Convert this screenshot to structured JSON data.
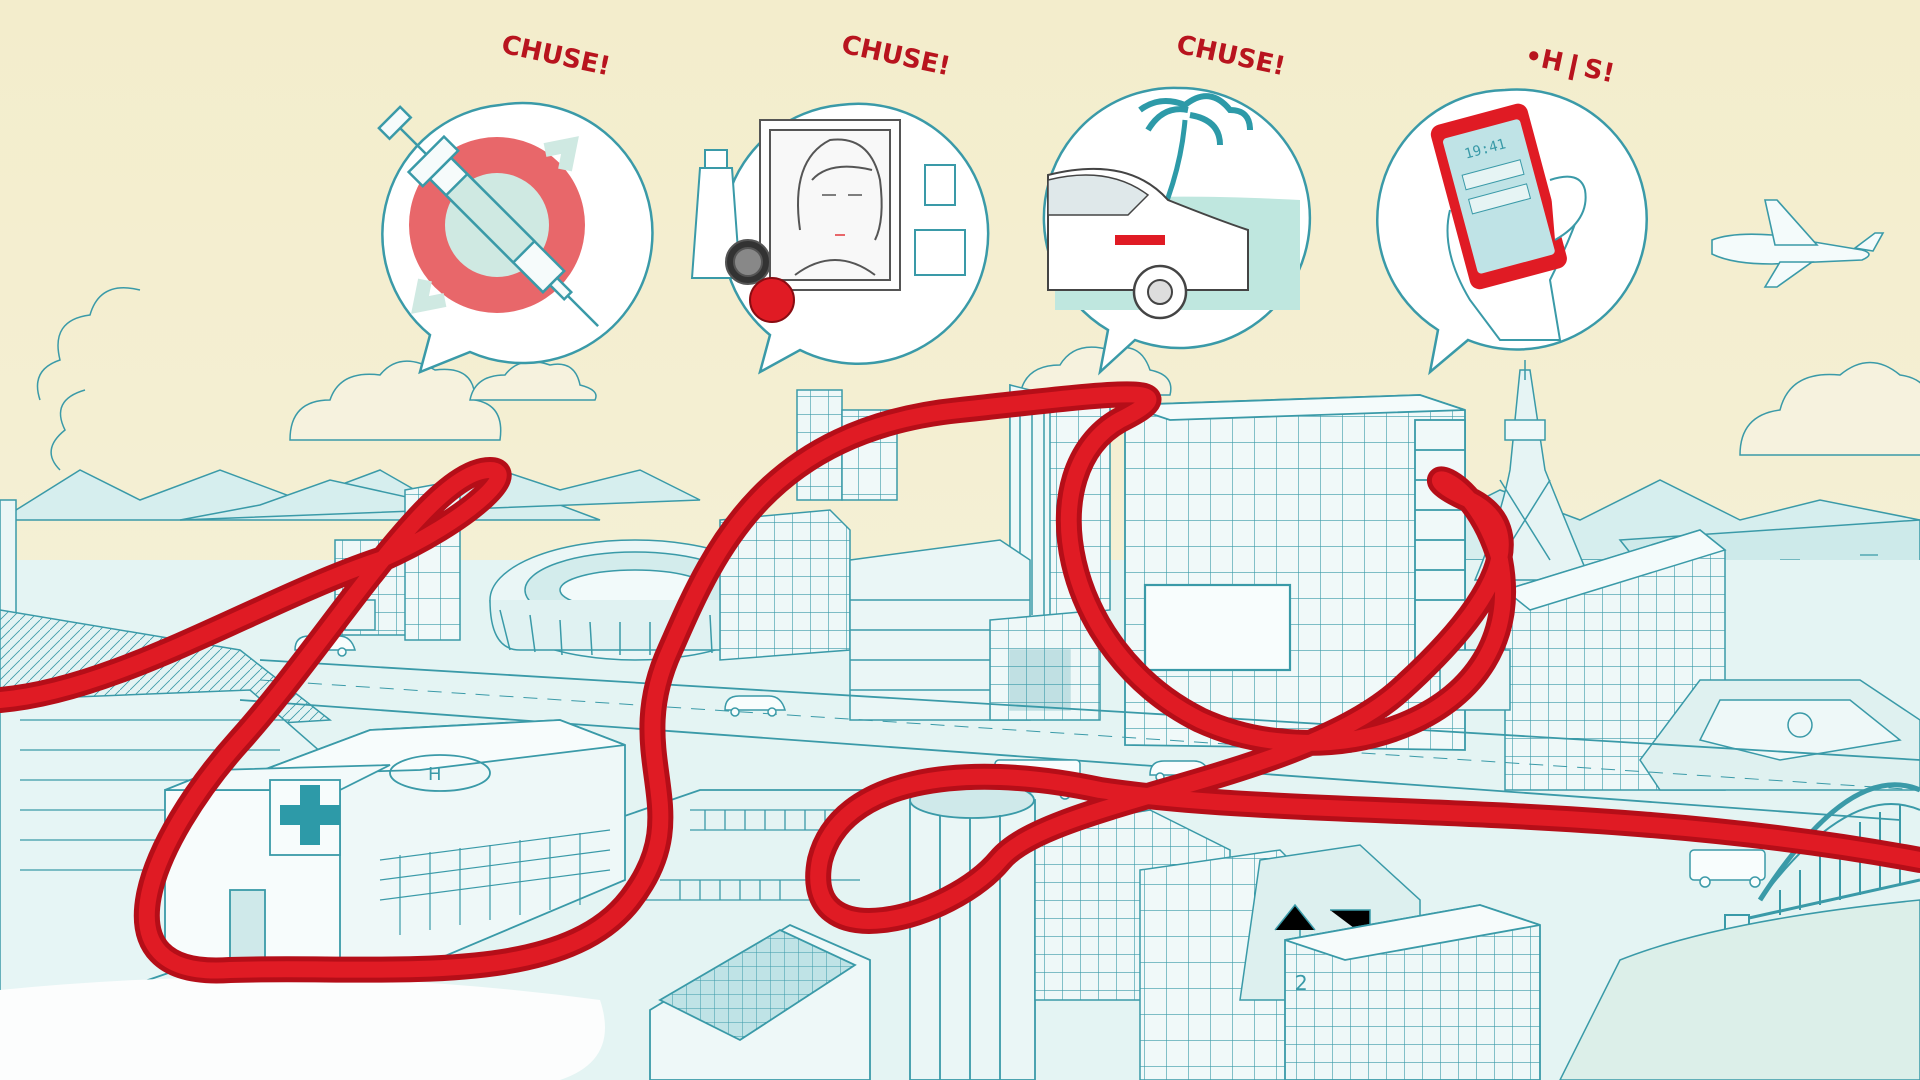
{
  "speech_bubbles": [
    {
      "sound_effect": "CHUSE!",
      "icon": "syringe-recycle-icon"
    },
    {
      "sound_effect": "CHUSE!",
      "icon": "cosmetics-portrait-icon"
    },
    {
      "sound_effect": "CHUSE!",
      "icon": "car-beach-icon"
    },
    {
      "sound_effect": "•H❙S!",
      "icon": "smartphone-icon"
    }
  ],
  "phone_screen_time": "19:41",
  "colors": {
    "sky": "#f4efd2",
    "line": "#3a9aa8",
    "building_fill": "#eaf6f6",
    "ribbon": "#d0141e",
    "ribbon_dark": "#9e0b14",
    "accent_pink": "#e8676a"
  }
}
